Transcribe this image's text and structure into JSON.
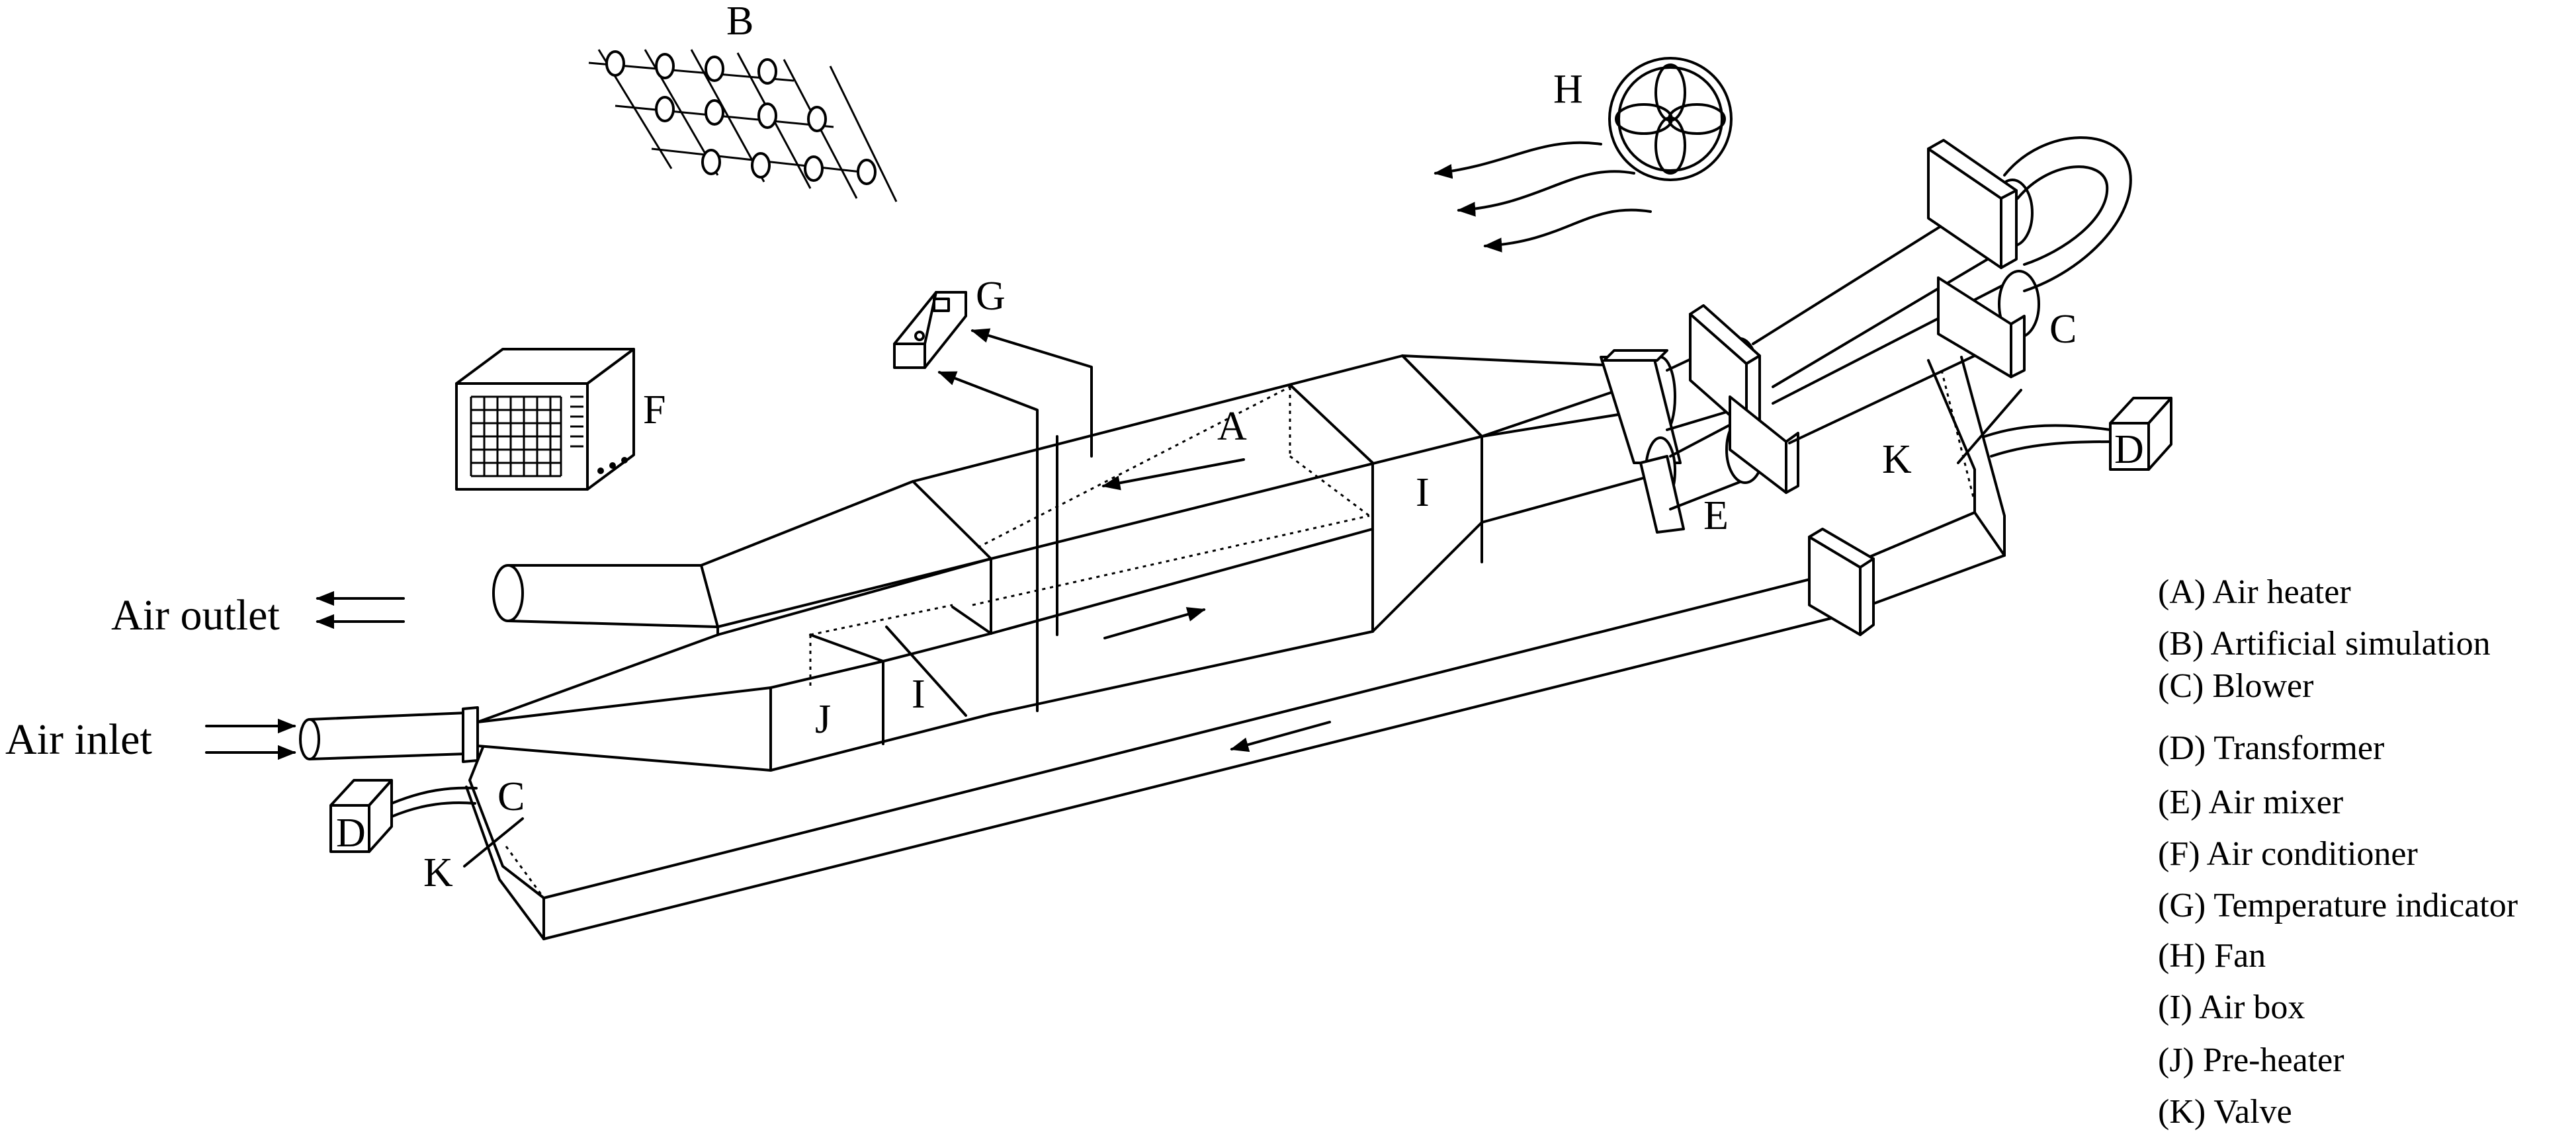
{
  "labels": {
    "A": "A",
    "B": "B",
    "C_right": "C",
    "C_left": "C",
    "D_right": "D",
    "D_left": "D",
    "E": "E",
    "F": "F",
    "G": "G",
    "H": "H",
    "I_front": "I",
    "I_back": "I",
    "J": "J",
    "K_right": "K",
    "K_left": "K"
  },
  "side_labels": {
    "air_outlet": "Air outlet",
    "air_inlet": "Air inlet"
  },
  "legend": [
    "(A) Air heater",
    "(B) Artificial simulation",
    "(C) Blower",
    "(D) Transformer",
    "(E) Air mixer",
    "(F) Air conditioner",
    "(G) Temperature indicator",
    "(H) Fan",
    "(I) Air box",
    "(J) Pre-heater",
    "(K) Valve"
  ],
  "icons": [
    "bulb-grid-icon",
    "fan-icon",
    "air-conditioner-icon",
    "temperature-indicator-icon",
    "transformer-icon",
    "blower-icon",
    "flow-arrow-icon"
  ]
}
